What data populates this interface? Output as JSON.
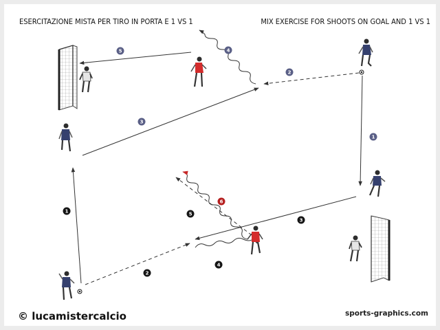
{
  "title_it": "ESERCITAZIONE MISTA PER TIRO IN PORTA E 1 VS 1",
  "title_en": "MIX EXERCISE FOR SHOOTS ON GOAL AND 1 VS 1",
  "credit_left": "© lucamistercalcio",
  "credit_right": "sports-graphics.com",
  "step_labels": {
    "top_1": "1",
    "top_2": "2",
    "top_3": "3",
    "top_4": "4",
    "top_5": "5",
    "bottom_1": "1",
    "bottom_2": "2",
    "bottom_3": "3",
    "bottom_4": "4",
    "bottom_5": "5",
    "bottom_6": "6"
  },
  "colors": {
    "blue_badge": "#5a5f86",
    "black_badge": "#151515",
    "red_badge": "#b52020",
    "red_player": "#d42c2c",
    "blue_player": "#35406e"
  },
  "icons": [
    "goal-net",
    "player-blue",
    "player-red",
    "goalkeeper",
    "ball"
  ]
}
